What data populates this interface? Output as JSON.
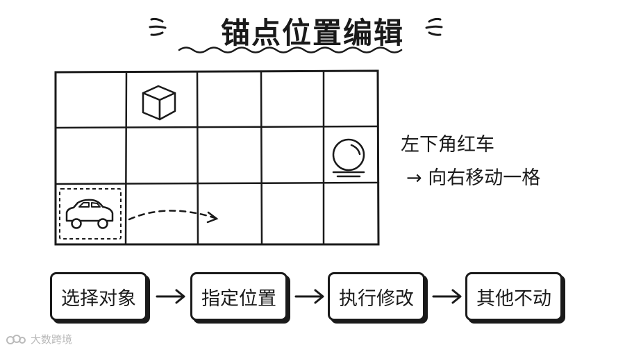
{
  "title": "锚点位置编辑",
  "grid": {
    "rows": 3,
    "cols": 5
  },
  "objects": [
    {
      "name": "cube-icon",
      "row": 1,
      "col": 2
    },
    {
      "name": "ball-icon",
      "row": 2,
      "col": 5
    },
    {
      "name": "car-icon",
      "row": 3,
      "col": 1
    }
  ],
  "note": {
    "line1": "左下角红车",
    "line2": "→ 向右移动一格"
  },
  "steps": [
    "选择对象",
    "指定位置",
    "执行修改",
    "其他不动"
  ],
  "watermark": "大数跨境"
}
